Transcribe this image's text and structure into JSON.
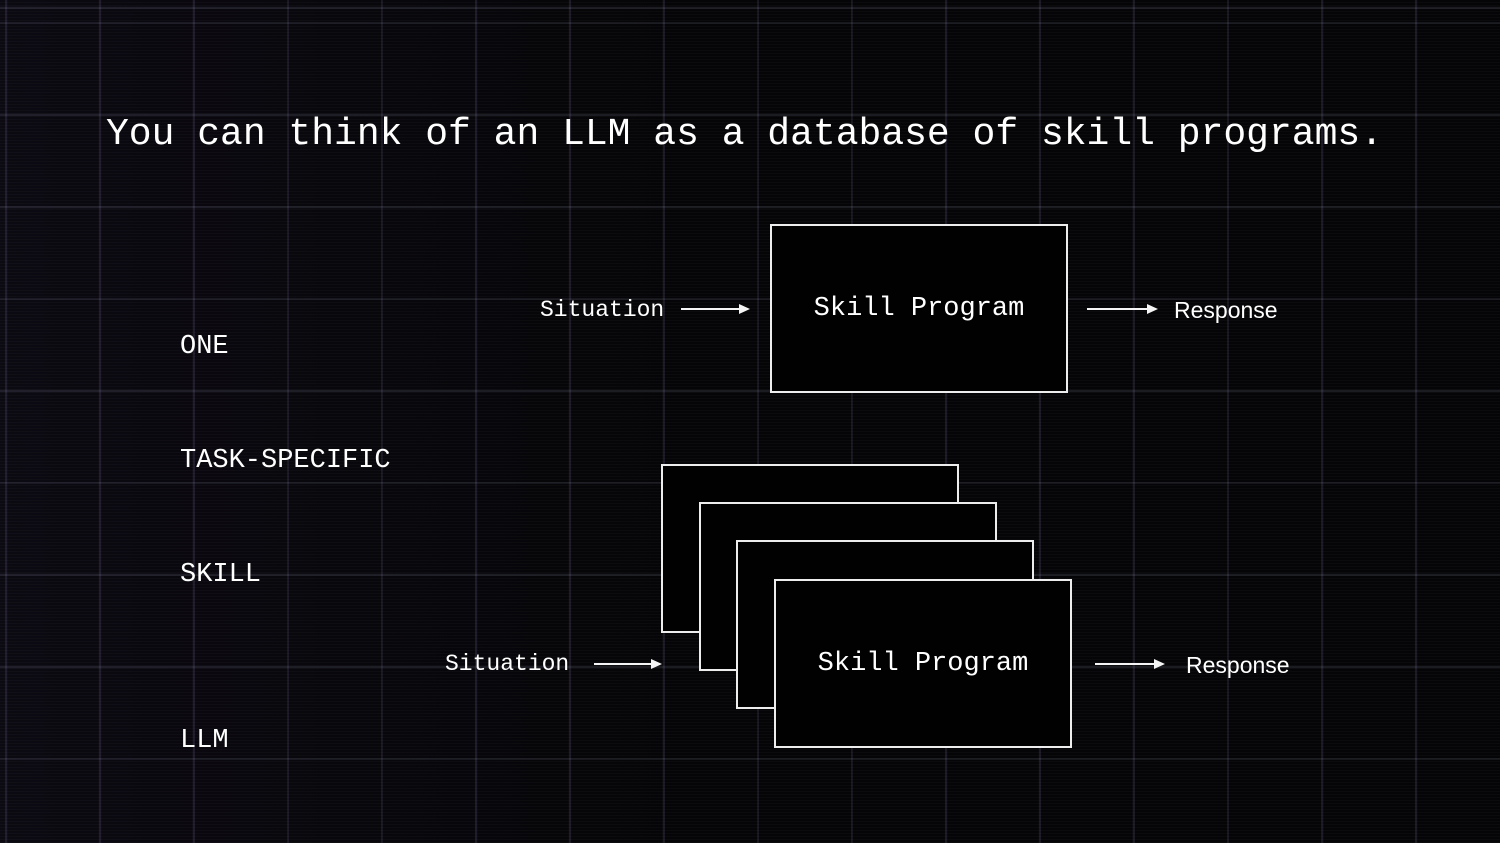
{
  "slide": {
    "title": "You can think of an LLM as a database of skill programs."
  },
  "colors": {
    "background": "#050507",
    "grid_line_purple": "#2a2438",
    "grid_line_gray": "#26292e",
    "text": "#ffffff",
    "box_border": "#ededed",
    "box_fill": "#010102",
    "arrow": "#f5f5f5"
  },
  "diagram_rows": [
    {
      "label_lines": [
        "ONE",
        "TASK-SPECIFIC",
        "SKILL"
      ],
      "input_label": "Situation",
      "box_label": "Skill Program",
      "output_label": "Response",
      "stack_count": 1
    },
    {
      "label_lines": [
        "LLM"
      ],
      "input_label": "Situation",
      "box_label": "Skill Program",
      "output_label": "Response",
      "stack_count": 4
    }
  ]
}
